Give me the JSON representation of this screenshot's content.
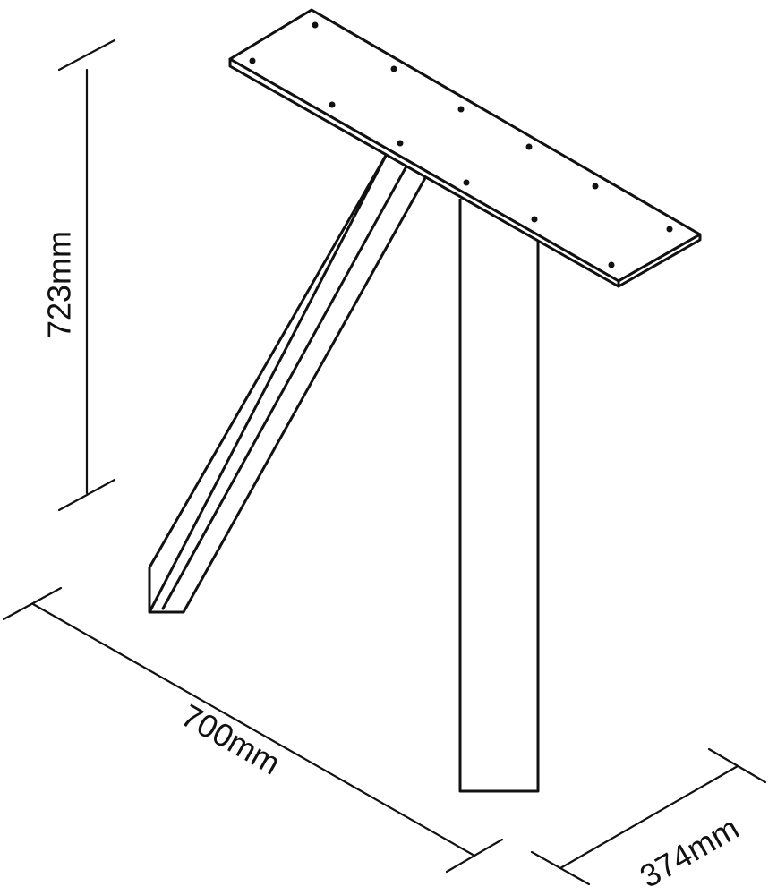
{
  "dimensions": {
    "height_label": "723mm",
    "width_label": "700mm",
    "depth_label": "374mm"
  }
}
